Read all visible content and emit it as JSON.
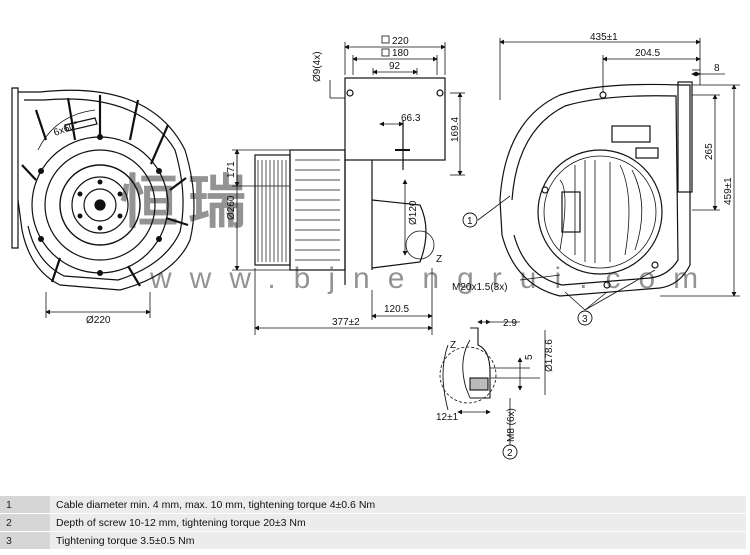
{
  "dimensions": {
    "d220_left": "Ø220",
    "angle_6x60": "6x60°",
    "d9_4x": "Ø9(4x)",
    "box220": "220",
    "box180": "180",
    "d92": "92",
    "d66_3": "66.3",
    "d169_4": "169.4",
    "d171": "171",
    "d260": "Ø260",
    "d120": "Ø120",
    "z_label": "Z",
    "d120_5": "120.5",
    "d377": "377±2",
    "d435": "435±1",
    "d204_5": "204.5",
    "d8": "8",
    "d265": "265",
    "d459": "459±1",
    "m20": "M20x1.5(3x)",
    "callout_1": "1",
    "callout_3": "3",
    "z_detail": "Z",
    "d2_9": "2.9",
    "d178_6": "Ø178.6",
    "d5": "5",
    "d12": "12±1",
    "m8": "M8 (6x)",
    "callout_2": "2"
  },
  "watermark": {
    "text": "恒瑞",
    "url": "www.bjnengrui.com"
  },
  "notes": [
    {
      "num": "1",
      "text": "Cable diameter min. 4 mm, max. 10 mm, tightening torque 4±0.6 Nm"
    },
    {
      "num": "2",
      "text": "Depth of screw 10-12 mm, tightening torque 20±3 Nm"
    },
    {
      "num": "3",
      "text": "Tightening torque 3.5±0.5 Nm"
    }
  ]
}
